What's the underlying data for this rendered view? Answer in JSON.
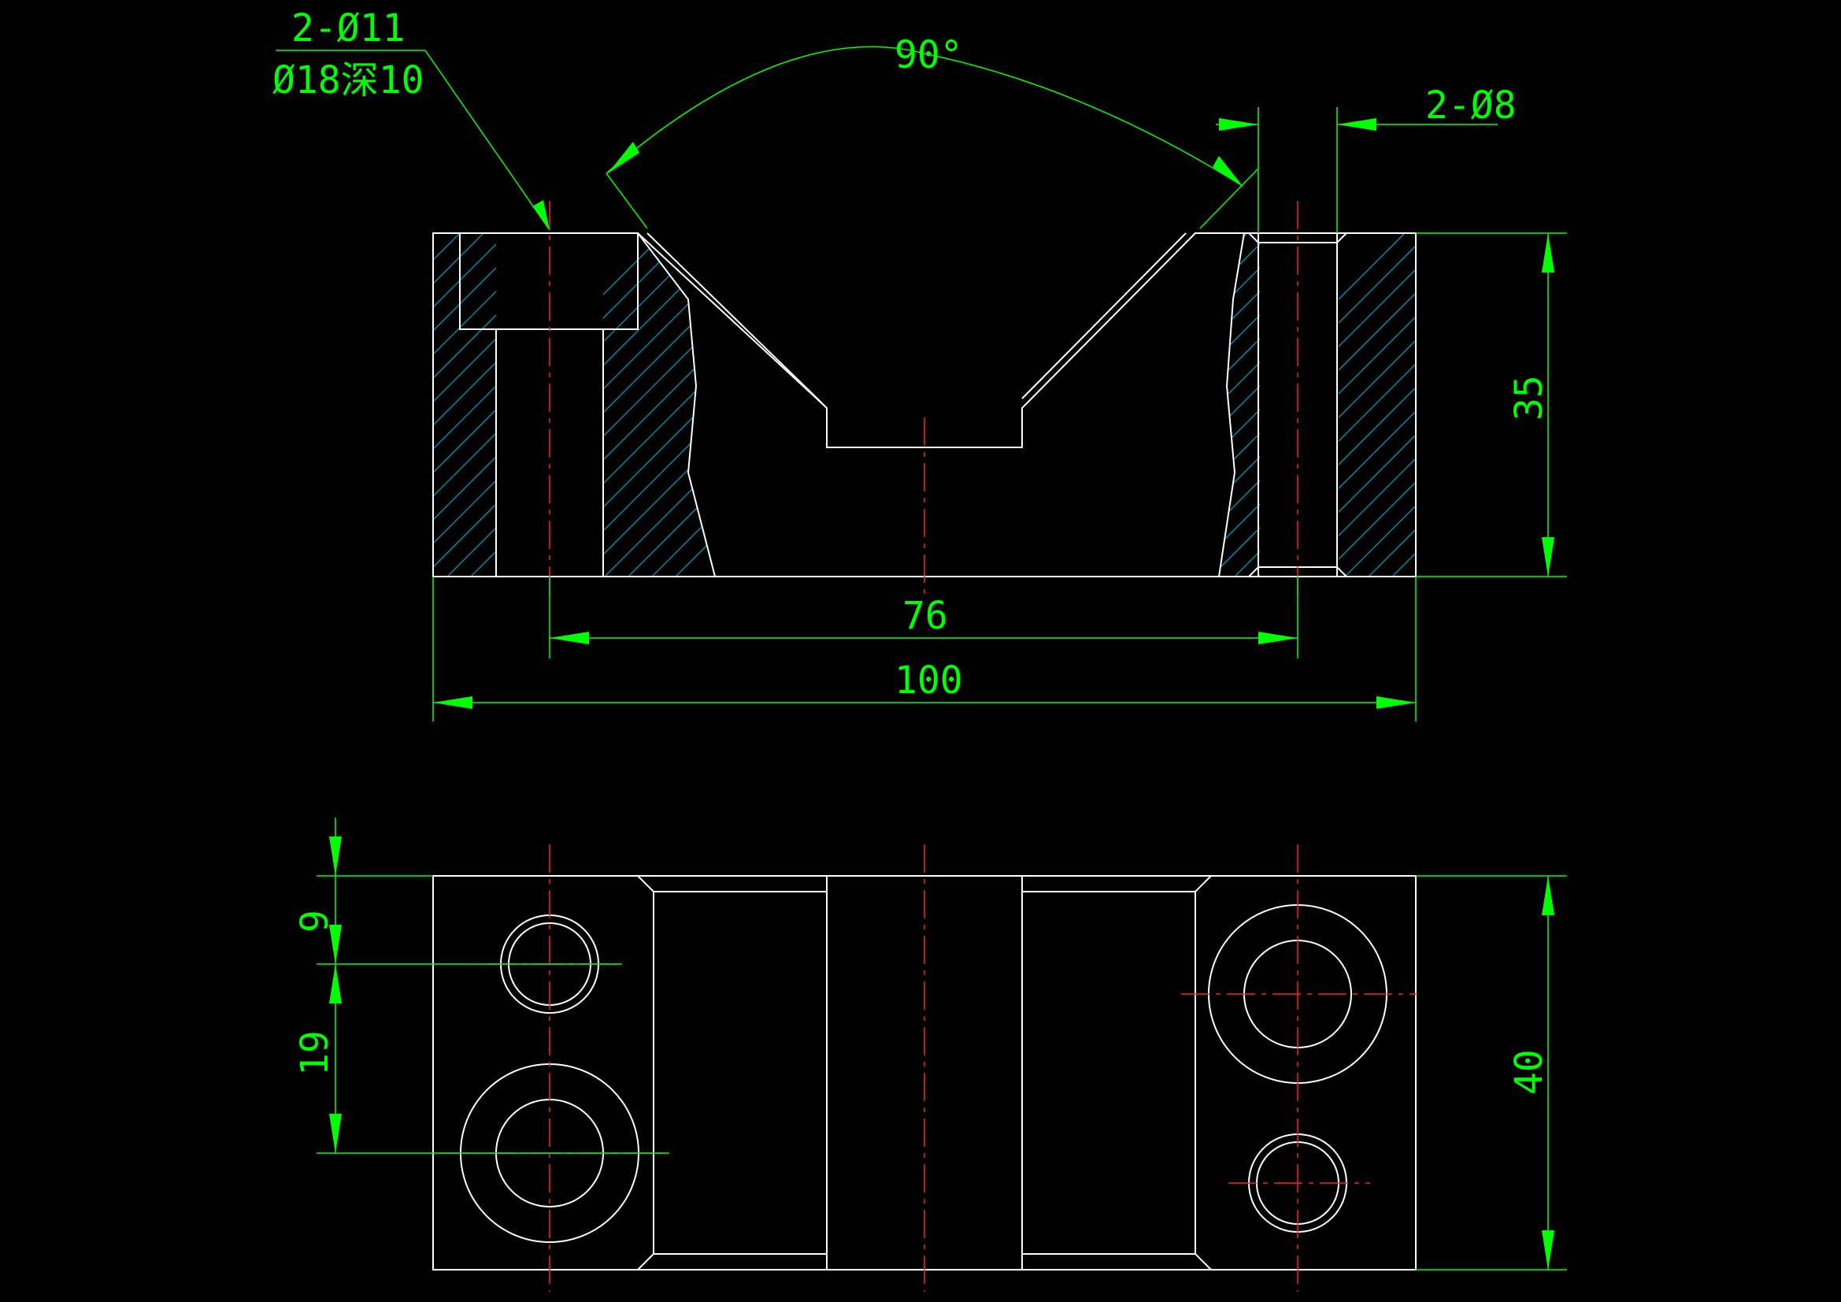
{
  "colors": {
    "background": "#000000",
    "outline": "#ffffff",
    "dimension": "#00ff00",
    "centerline": "#ff2020",
    "hatch": "#00a0c8"
  },
  "labels": {
    "hole_count": "2-Ø11",
    "counterbore": "Ø18深10",
    "angle": "90°",
    "pin_holes": "2-Ø8",
    "height": "35",
    "hole_spacing": "76",
    "length": "100",
    "edge_offset": "9",
    "hole_offset": "19",
    "width": "40"
  }
}
